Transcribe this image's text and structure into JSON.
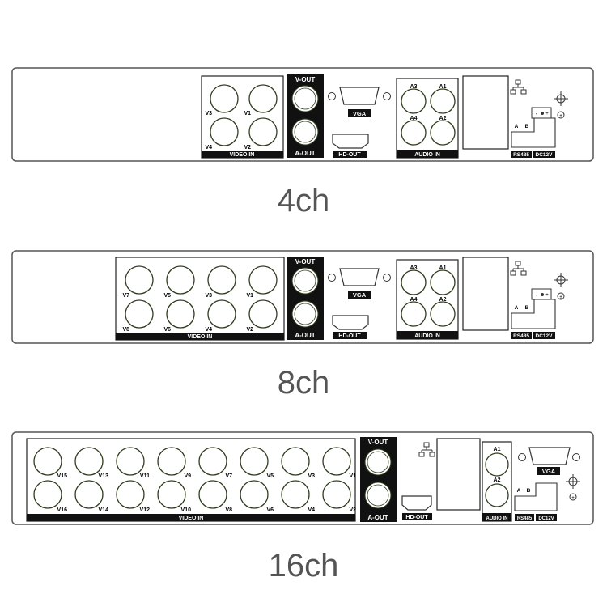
{
  "panels": [
    {
      "caption": "4ch",
      "video_in_label": "VIDEO IN",
      "video_labels_top": [
        "V3",
        "V1"
      ],
      "video_labels_bottom": [
        "V4",
        "V2"
      ],
      "v_out_label": "V-OUT",
      "a_out_label": "A-OUT",
      "vga_label": "VGA",
      "hd_out_label": "HD-OUT",
      "audio_in_label": "AUDIO IN",
      "audio_labels": [
        "A3",
        "A1",
        "A4",
        "A2"
      ],
      "terminal_labels": [
        "A",
        "B"
      ],
      "rs485_label": "RS485",
      "dc12v_label": "DC12V"
    },
    {
      "caption": "8ch",
      "video_in_label": "VIDEO IN",
      "video_labels_top": [
        "V7",
        "V5",
        "V3",
        "V1"
      ],
      "video_labels_bottom": [
        "V8",
        "V6",
        "V4",
        "V2"
      ],
      "v_out_label": "V-OUT",
      "a_out_label": "A-OUT",
      "vga_label": "VGA",
      "hd_out_label": "HD-OUT",
      "audio_in_label": "AUDIO IN",
      "audio_labels": [
        "A3",
        "A1",
        "A4",
        "A2"
      ],
      "terminal_labels": [
        "A",
        "B"
      ],
      "rs485_label": "RS485",
      "dc12v_label": "DC12V"
    },
    {
      "caption": "16ch",
      "video_in_label": "VIDEO IN",
      "video_labels_top": [
        "V15",
        "V13",
        "V11",
        "V9",
        "V7",
        "V5",
        "V3",
        "V1"
      ],
      "video_labels_bottom": [
        "V16",
        "V14",
        "V12",
        "V10",
        "V8",
        "V6",
        "V4",
        "V2"
      ],
      "v_out_label": "V-OUT",
      "a_out_label": "A-OUT",
      "vga_label": "VGA",
      "hd_out_label": "HD-OUT",
      "audio_in_label": "AUDIO IN",
      "audio_labels": [
        "A1",
        "A2"
      ],
      "terminal_labels": [
        "A",
        "B"
      ],
      "rs485_label": "RS485",
      "dc12v_label": "DC12V"
    }
  ],
  "colors": {
    "panel_outline": "#555555",
    "connector_outline": "#2f3b1f",
    "label_bar": "#111111",
    "label_text": "#ffffff",
    "caption_text": "#555555"
  },
  "icons": [
    "bnc-connector-icon",
    "network-icon",
    "power-jack-icon",
    "ground-icon",
    "vga-port-icon",
    "hdmi-port-icon"
  ]
}
